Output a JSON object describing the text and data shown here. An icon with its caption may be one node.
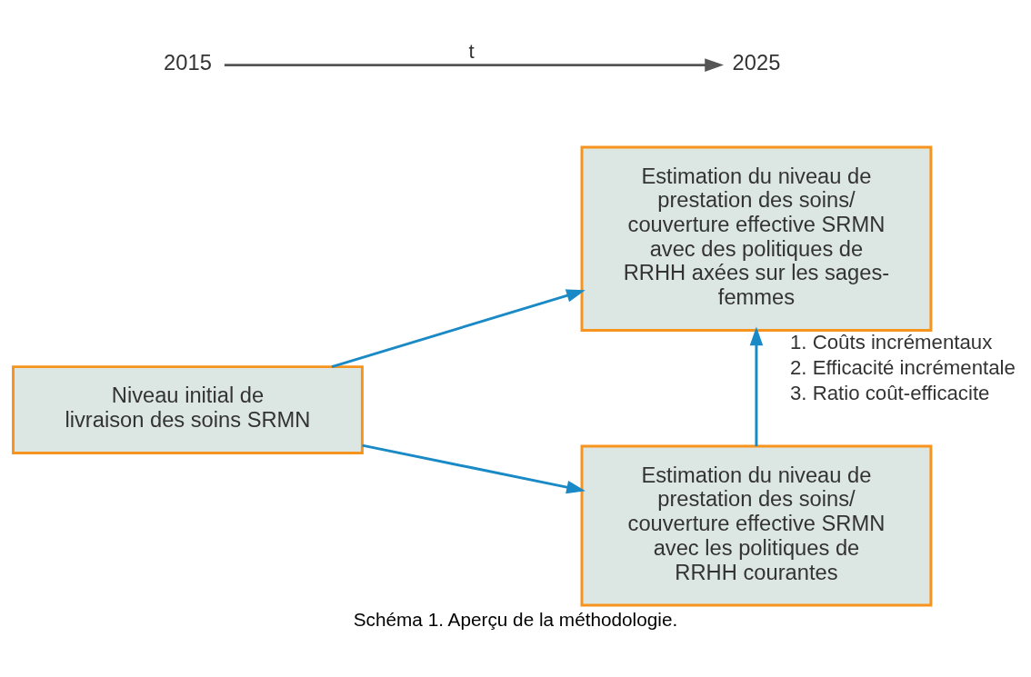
{
  "diagram": {
    "caption": "Schéma 1. Aperçu de la méthodologie.",
    "nodes": [
      {
        "text": [
          "Estimation du niveau de prestation des soins/ couverture effective SRMN avec des politiques de RRHH axées sur les sages-femmes"
        ]
      },
      {
        "text": [
          "Niveau initial de livraison des soins SRMN"
        ]
      },
      {
        "text": [
          "Estimation du niveau de prestation des soins/ couverture effective SRMN avec les politiques de RRHH courantes"
        ]
      },
      {
        "text": [
          "2015"
        ]
      },
      {
        "text": [
          "2025"
        ]
      }
    ],
    "edges": [
      {
        "from": 1,
        "to": 0,
        "arrow": "to"
      },
      {
        "from": 1,
        "to": 2,
        "arrow": "to"
      },
      {
        "from": 2,
        "to": 0,
        "arrow": "to",
        "label": "1. Coûts incrémentaux 2. Efficacité incrémentale 3. Ratio coût-efficacite"
      },
      {
        "from": 3,
        "to": 4,
        "arrow": "to",
        "label": "t",
        "color": "#555555"
      }
    ]
  }
}
